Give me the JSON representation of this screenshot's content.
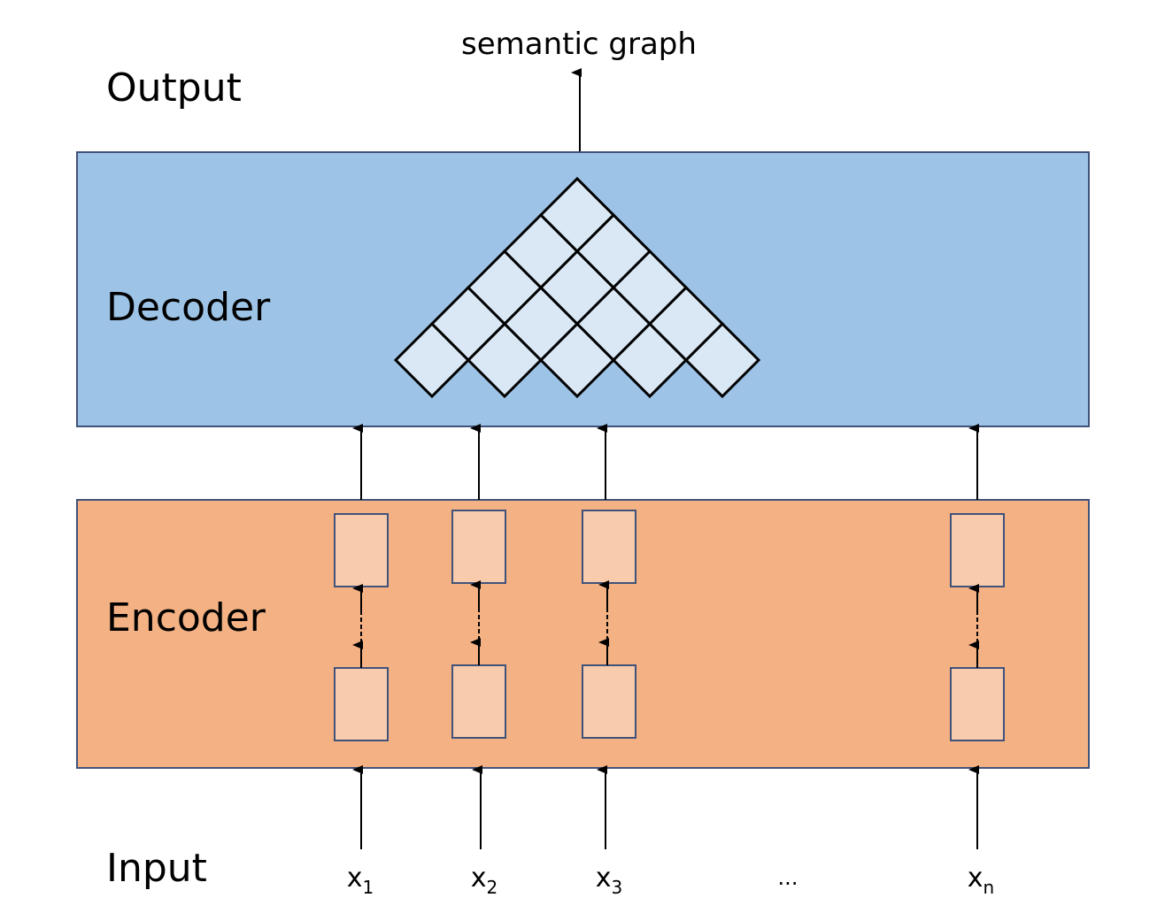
{
  "labels": {
    "output": "Output",
    "decoder": "Decoder",
    "encoder": "Encoder",
    "input": "Input",
    "semantic_graph": "semantic graph",
    "ellipsis": "..."
  },
  "inputs": [
    {
      "base": "x",
      "sub": "1"
    },
    {
      "base": "x",
      "sub": "2"
    },
    {
      "base": "x",
      "sub": "3"
    },
    {
      "base": "x",
      "sub": "n"
    }
  ],
  "decoder_grid": {
    "base_cells": 5,
    "rows": 5
  },
  "colors": {
    "decoder_fill": "#9dc3e6",
    "decoder_cell_fill": "#dae8f5",
    "encoder_fill": "#f4b183",
    "encoder_cell_fill": "#f8cbad",
    "border": "#41527a",
    "arrow": "#000000"
  }
}
